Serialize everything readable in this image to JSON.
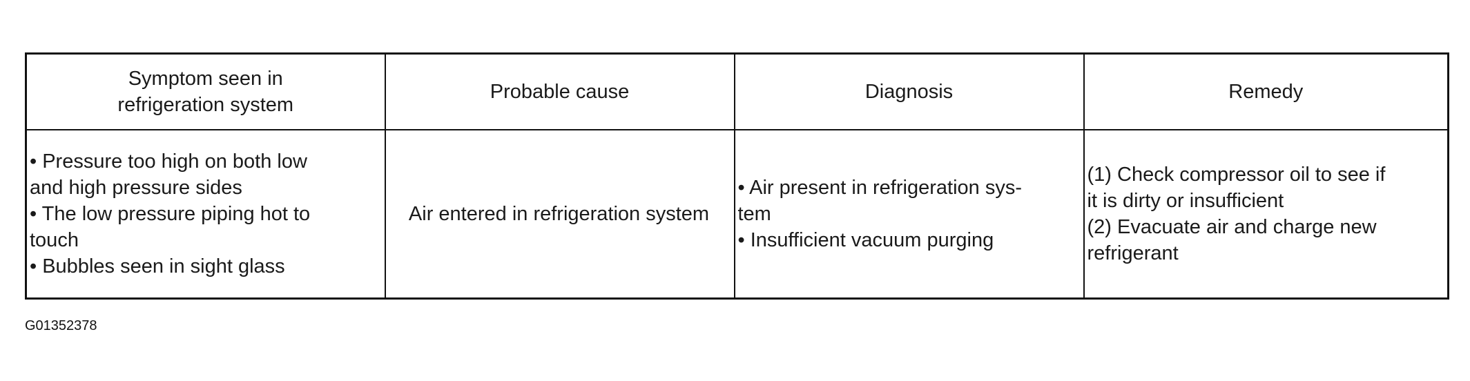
{
  "table": {
    "headers": [
      "Symptom seen in refrigeration system",
      "Probable cause",
      "Diagnosis",
      "Remedy"
    ],
    "header_lines": {
      "symptom": [
        "Symptom seen in",
        "refrigeration system"
      ]
    },
    "row": {
      "symptom_lines": [
        "• Pressure too high on both low",
        "and high pressure sides",
        "• The low pressure piping hot to",
        "touch",
        "• Bubbles seen in sight glass"
      ],
      "cause": "Air entered in refrigeration system",
      "diagnosis_lines": [
        "• Air present in refrigeration sys-",
        "tem",
        "• Insufficient vacuum purging"
      ],
      "remedy_lines": [
        "(1) Check compressor oil to see if",
        "it is dirty or insufficient",
        "(2) Evacuate air and charge new",
        "refrigerant"
      ]
    }
  },
  "figure_id": "G01352378"
}
